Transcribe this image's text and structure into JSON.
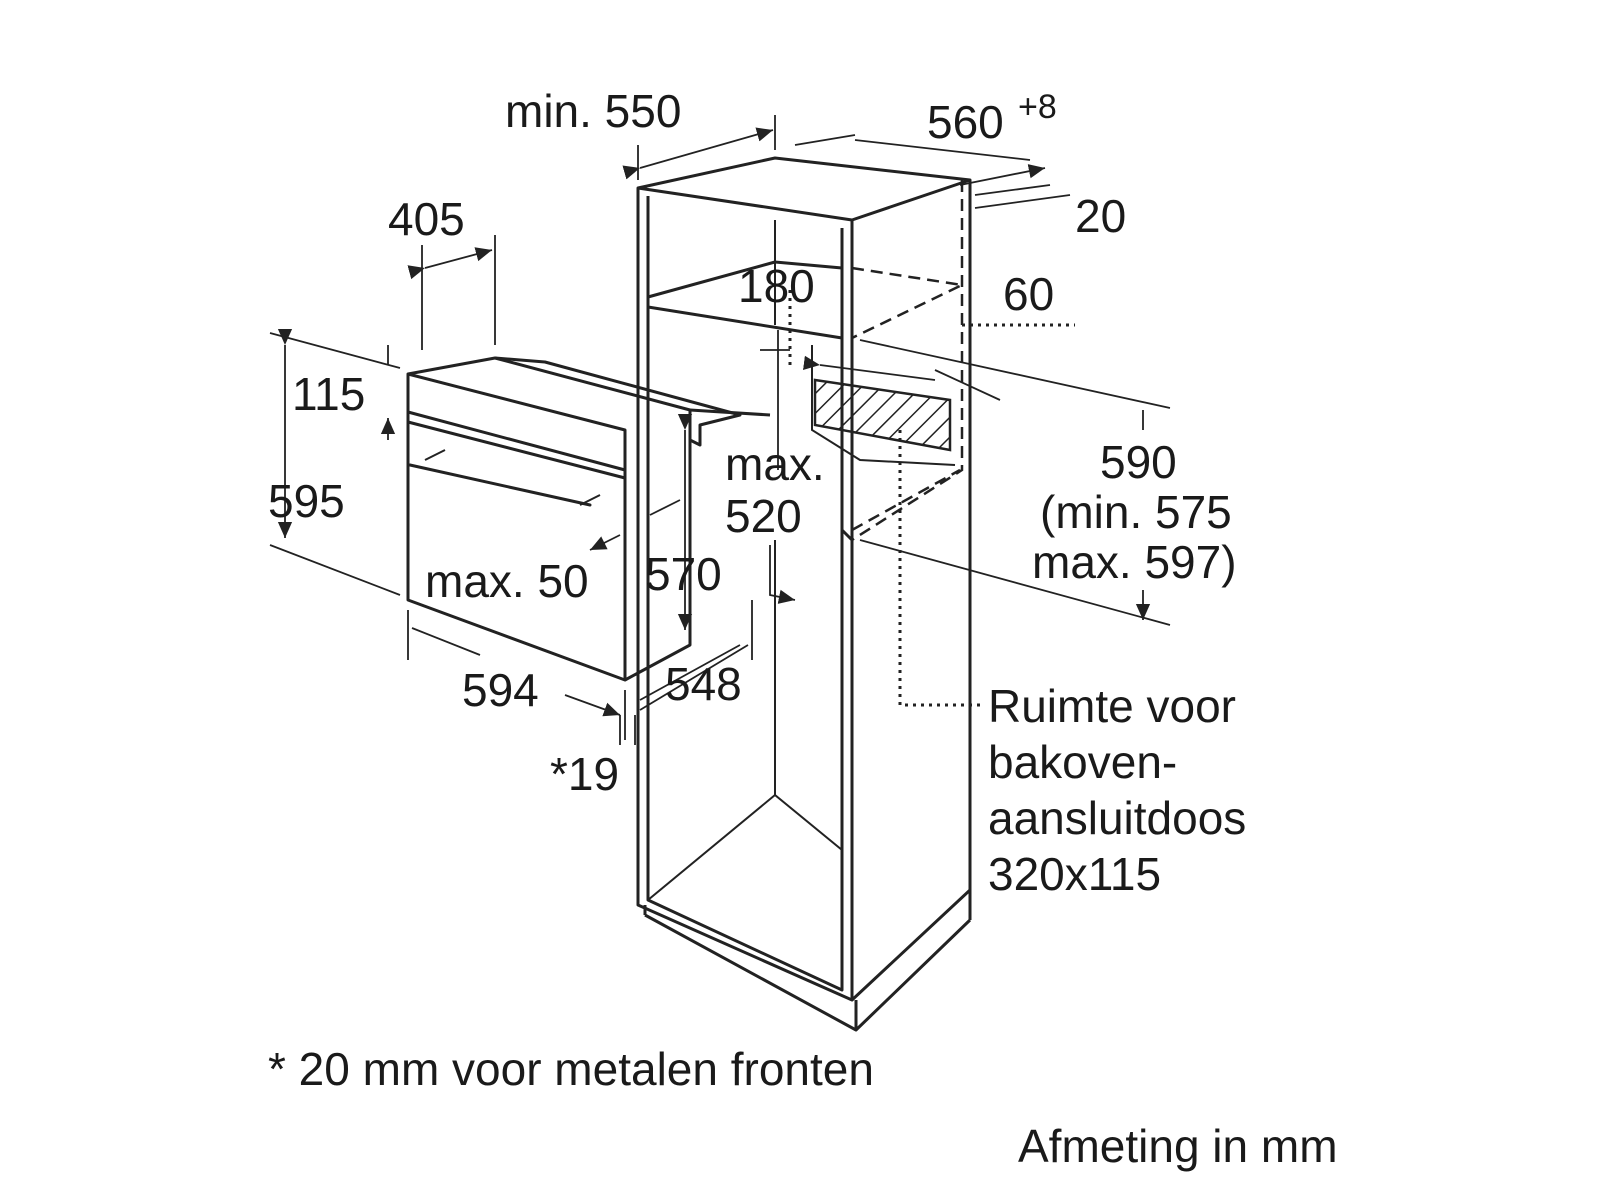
{
  "dimensions": {
    "min_550": "min. 550",
    "w560": "560",
    "w560_tol": "+8",
    "d20": "20",
    "d405": "405",
    "h180": "180",
    "d60": "60",
    "h115": "115",
    "h595": "595",
    "max_label": "max.",
    "max520": "520",
    "h590": "590",
    "min575": "(min. 575",
    "max597": "max. 597)",
    "max50": "max. 50",
    "d570": "570",
    "w594": "594",
    "d548": "548",
    "star19": "*19"
  },
  "callout": {
    "lines": [
      "Ruimte voor",
      "bakoven-",
      "aansluitdoos",
      "320x115"
    ]
  },
  "footnote": "* 20 mm voor metalen fronten",
  "units_note": "Afmeting in mm"
}
